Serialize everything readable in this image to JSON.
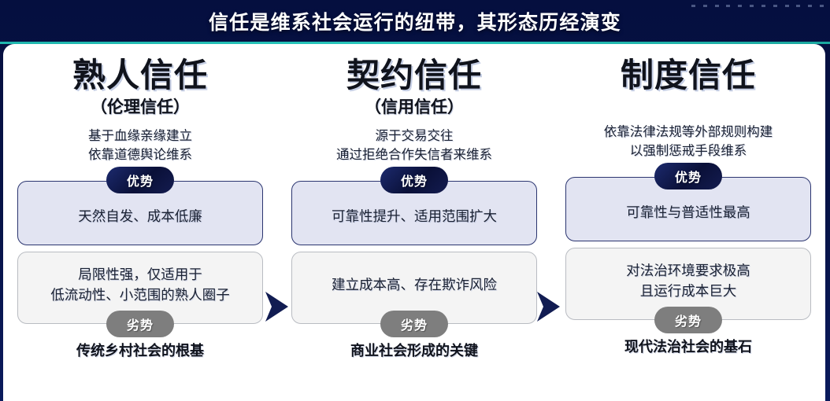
{
  "header": {
    "title": "信任是维系社会运行的纽带，其形态历经演变",
    "accent_navy": "#071348",
    "accent_teal": "#29c8bd",
    "dot_count": 12
  },
  "badges": {
    "advantage_label": "优势",
    "disadvantage_label": "劣势",
    "advantage_color": "#0a1038",
    "disadvantage_color": "#7e7e7e"
  },
  "columns": [
    {
      "title": "熟人信任",
      "subtitle": "（伦理信任）",
      "description": "基于血缘亲缘建立\n依靠道德舆论维系",
      "advantage": "天然自发、成本低廉",
      "disadvantage": "局限性强，仅适用于\n低流动性、小范围的熟人圈子",
      "footer": "传统乡村社会的根基"
    },
    {
      "title": "契约信任",
      "subtitle": "（信用信任）",
      "description": "源于交易交往\n通过拒绝合作失信者来维系",
      "advantage": "可靠性提升、适用范围扩大",
      "disadvantage": "建立成本高、存在欺诈风险",
      "footer": "商业社会形成的关键"
    },
    {
      "title": "制度信任",
      "subtitle": "",
      "description": "依靠法律法规等外部规则构建\n以强制惩戒手段维系",
      "advantage": "可靠性与普适性最高",
      "disadvantage": "对法治环境要求极高\n且运行成本巨大",
      "footer": "现代法治社会的基石"
    }
  ],
  "arrows": {
    "shape": "chevron-right",
    "color": "#111c52",
    "count": 2
  }
}
